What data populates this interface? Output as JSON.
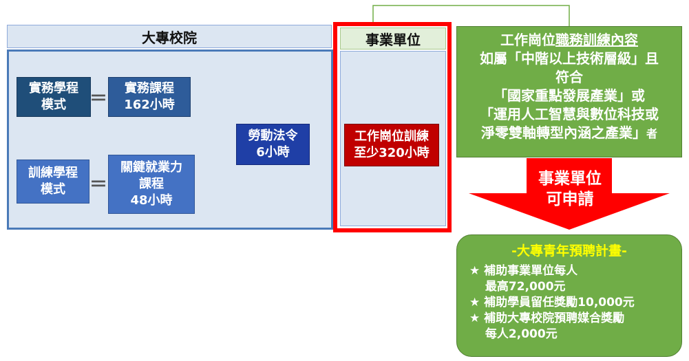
{
  "university": {
    "header": "大專校院",
    "practice_mode": "實務學程\n模式",
    "practice_course": "實務課程\n162小時",
    "training_mode": "訓練學程\n模式",
    "key_course": "關鍵就業力\n課程\n48小時",
    "labor_law": "勞動法令\n6小時",
    "equals": "＝"
  },
  "enterprise": {
    "header": "事業單位",
    "training": "工作崗位訓練\n至少320小時"
  },
  "condition": {
    "line1_pre": "工作崗位",
    "line1_ul": "職務訓練內容",
    "line2": "如屬「中階以上技術層級」且",
    "line3": "符合",
    "line4": "「國家重點發展產業」或",
    "line5": "「運用人工智慧與數位科技或",
    "line6_main": "淨零雙軸轉型內涵之產業」",
    "line6_small": "者"
  },
  "arrow": {
    "label": "事業單位\n可申請"
  },
  "program": {
    "title": "-大專青年預聘計畫-",
    "items": [
      "★ 補助事業單位每人\n　 最高72,000元",
      "★ 補助學員留任獎勵10,000元",
      "★ 補助大專校院預聘媒合獎勵\n　 每人2,000元"
    ]
  },
  "colors": {
    "university_panel": "#dce6f2",
    "university_border": "#4a7ab8",
    "enterprise_border": "#ff0000",
    "training_box": "#c00000",
    "condition_box": "#70ad47",
    "arrow": "#ff0000",
    "title_highlight": "#ffff00"
  }
}
